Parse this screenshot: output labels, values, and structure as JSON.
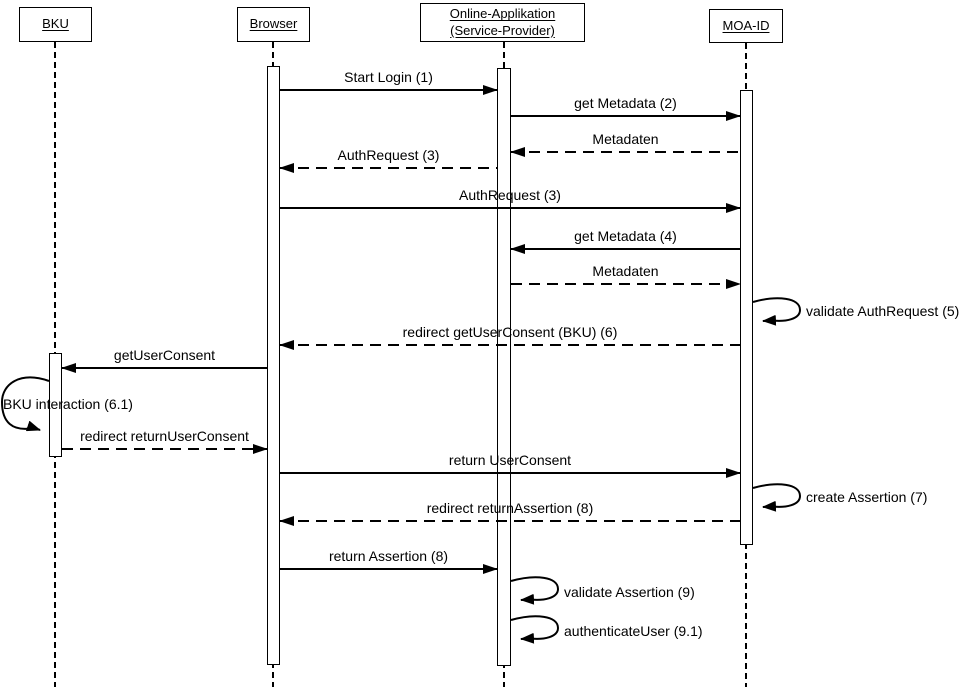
{
  "diagram": {
    "type": "uml-sequence-diagram",
    "colors": {
      "line": "#000000",
      "background": "#ffffff"
    },
    "actors": [
      {
        "id": "bku",
        "label": "BKU"
      },
      {
        "id": "browser",
        "label": "Browser"
      },
      {
        "id": "sp",
        "label": "Online-Applikation (Service-Provider)"
      },
      {
        "id": "moaid",
        "label": "MOA-ID"
      }
    ],
    "messages": [
      {
        "label": "Start Login (1)",
        "from": "browser",
        "to": "sp",
        "style": "solid"
      },
      {
        "label": "get Metadata (2)",
        "from": "sp",
        "to": "moaid",
        "style": "solid"
      },
      {
        "label": "Metadaten",
        "from": "moaid",
        "to": "sp",
        "style": "dashed"
      },
      {
        "label": "AuthRequest (3)",
        "from": "sp",
        "to": "browser",
        "style": "dashed"
      },
      {
        "label": "AuthRequest (3)",
        "from": "browser",
        "to": "moaid",
        "style": "solid"
      },
      {
        "label": "get Metadata (4)",
        "from": "moaid",
        "to": "sp",
        "style": "solid"
      },
      {
        "label": "Metadaten",
        "from": "sp",
        "to": "moaid",
        "style": "dashed"
      },
      {
        "label": "validate AuthRequest (5)",
        "from": "moaid",
        "to": "moaid",
        "style": "self"
      },
      {
        "label": "redirect getUserConsent (BKU) (6)",
        "from": "moaid",
        "to": "browser",
        "style": "dashed"
      },
      {
        "label": "getUserConsent",
        "from": "browser",
        "to": "bku",
        "style": "solid"
      },
      {
        "label": "BKU interaction (6.1)",
        "from": "bku",
        "to": "bku",
        "style": "self"
      },
      {
        "label": "redirect returnUserConsent",
        "from": "bku",
        "to": "browser",
        "style": "dashed"
      },
      {
        "label": "return UserConsent",
        "from": "browser",
        "to": "moaid",
        "style": "solid"
      },
      {
        "label": "create Assertion (7)",
        "from": "moaid",
        "to": "moaid",
        "style": "self"
      },
      {
        "label": "redirect returnAssertion (8)",
        "from": "moaid",
        "to": "browser",
        "style": "dashed"
      },
      {
        "label": "return Assertion (8)",
        "from": "browser",
        "to": "sp",
        "style": "solid"
      },
      {
        "label": "validate Assertion (9)",
        "from": "sp",
        "to": "sp",
        "style": "self"
      },
      {
        "label": "authenticateUser (9.1)",
        "from": "sp",
        "to": "sp",
        "style": "self"
      }
    ]
  }
}
